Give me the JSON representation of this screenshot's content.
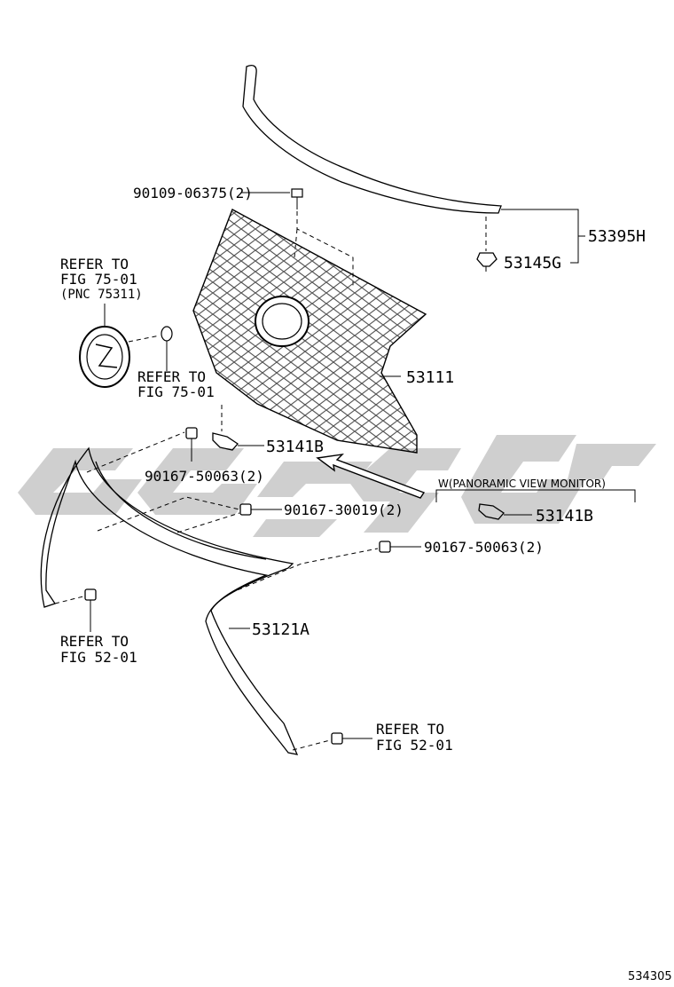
{
  "callouts": {
    "bolt_top": "90109-06375(2)",
    "moulding": "53395H",
    "clip_top": "53145G",
    "refer_emblem_1": "REFER TO",
    "refer_emblem_2": "FIG 75-01",
    "refer_emblem_3": "(PNC 75311)",
    "refer_small_1": "REFER TO",
    "refer_small_2": "FIG 75-01",
    "grille": "53111",
    "bracket_left": "53141B",
    "nut_left": "90167-50063(2)",
    "note_option": "W(PANORAMIC VIEW MONITOR)",
    "bracket_right": "53141B",
    "nut_mid": "90167-30019(2)",
    "nut_right": "90167-50063(2)",
    "surround": "53121A",
    "refer_bumper_l1": "REFER TO",
    "refer_bumper_l2": "FIG 52-01",
    "refer_bumper_r1": "REFER TO",
    "refer_bumper_r2": "FIG 52-01"
  },
  "footer": {
    "illustration_number": "534305"
  },
  "colors": {
    "line": "#000000",
    "watermark": "#cfcfcf",
    "grille_mesh": "#555555"
  }
}
